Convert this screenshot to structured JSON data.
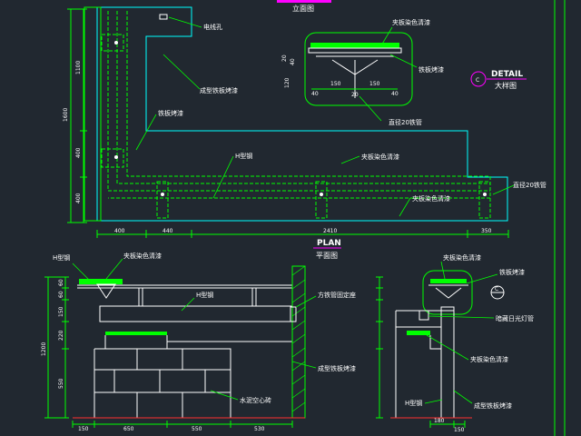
{
  "top_view": {
    "title": "立面图",
    "label_wire_hole": "电线孔",
    "label_formed_iron": "成型铁板烤漆",
    "label_iron_paint_left": "铁板烤漆",
    "label_h_steel": "H型钢",
    "label_board_paint_mid": "夹板染色清漆",
    "label_board_paint_low": "夹板染色清漆",
    "label_pipe_20": "直径20铁管",
    "dims_vertical": [
      "1100",
      "1600",
      "400",
      "400"
    ],
    "dims_horizontal": [
      "400",
      "440",
      "2410",
      "350"
    ]
  },
  "detail_c": {
    "label_board": "夹板染色清漆",
    "label_iron": "铁板烤漆",
    "label_pipe": "直径20铁管",
    "dims": [
      "20",
      "40",
      "120",
      "40",
      "150",
      "150",
      "40",
      "20"
    ]
  },
  "detail_badge": {
    "letter": "C",
    "title": "DETAIL",
    "subtitle": "大样图"
  },
  "plan": {
    "title": "PLAN",
    "subtitle": "平面图"
  },
  "section_left": {
    "label_h_steel_top": "H型钢",
    "label_board": "夹板染色清漆",
    "label_h_steel_mid": "H型钢",
    "label_square_pipe": "方铁管固定座",
    "label_formed_iron": "成型铁板烤漆",
    "label_brick": "水泥空心砖",
    "dims_vertical": [
      "1200",
      "60",
      "60",
      "150",
      "220",
      "550"
    ],
    "dims_horizontal": [
      "150",
      "650",
      "550",
      "530"
    ]
  },
  "section_right": {
    "label_board_top": "夹板染色清漆",
    "label_iron": "铁板烤漆",
    "badge_letter": "C",
    "label_lamp": "暗藏日光灯管",
    "label_board_low": "夹板染色清漆",
    "label_h_steel": "H型钢",
    "label_formed_iron": "成型铁板烤漆",
    "dims_horizontal": [
      "180",
      "150"
    ]
  },
  "colors": {
    "background": "#212830",
    "outline_green": "#00ff00",
    "outline_cyan": "#00ffff",
    "accent_magenta": "#ff00ff",
    "text": "#ffffff"
  }
}
